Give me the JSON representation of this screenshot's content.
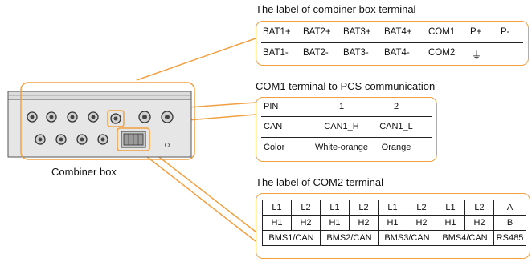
{
  "combiner_label": {
    "title": "The label of combiner box terminal",
    "row1": [
      "BAT1+",
      "BAT2+",
      "BAT3+",
      "BAT4+",
      "COM1",
      "P+",
      "P-"
    ],
    "row2": [
      "BAT1-",
      "BAT2-",
      "BAT3-",
      "BAT4-",
      "COM2",
      "⏚"
    ]
  },
  "com1": {
    "title": "COM1 terminal to PCS communication",
    "rows": [
      [
        "PIN",
        "1",
        "2"
      ],
      [
        "CAN",
        "CAN1_H",
        "CAN1_L"
      ],
      [
        "Color",
        "White-orange",
        "Orange"
      ]
    ]
  },
  "com2": {
    "title": "The label of COM2 terminal",
    "row1": [
      "L1",
      "L2",
      "L1",
      "L2",
      "L1",
      "L2",
      "L1",
      "L2",
      "A"
    ],
    "row2": [
      "H1",
      "H2",
      "H1",
      "H2",
      "H1",
      "H2",
      "H1",
      "H2",
      "B"
    ],
    "row3": [
      "BMS1/CAN",
      "BMS2/CAN",
      "BMS3/CAN",
      "BMS4/CAN",
      "RS485"
    ]
  },
  "device": {
    "caption": "Combiner box"
  },
  "colors": {
    "accent": "#f0a040",
    "box_body": "#e6e6e6",
    "box_outline": "#555555"
  }
}
